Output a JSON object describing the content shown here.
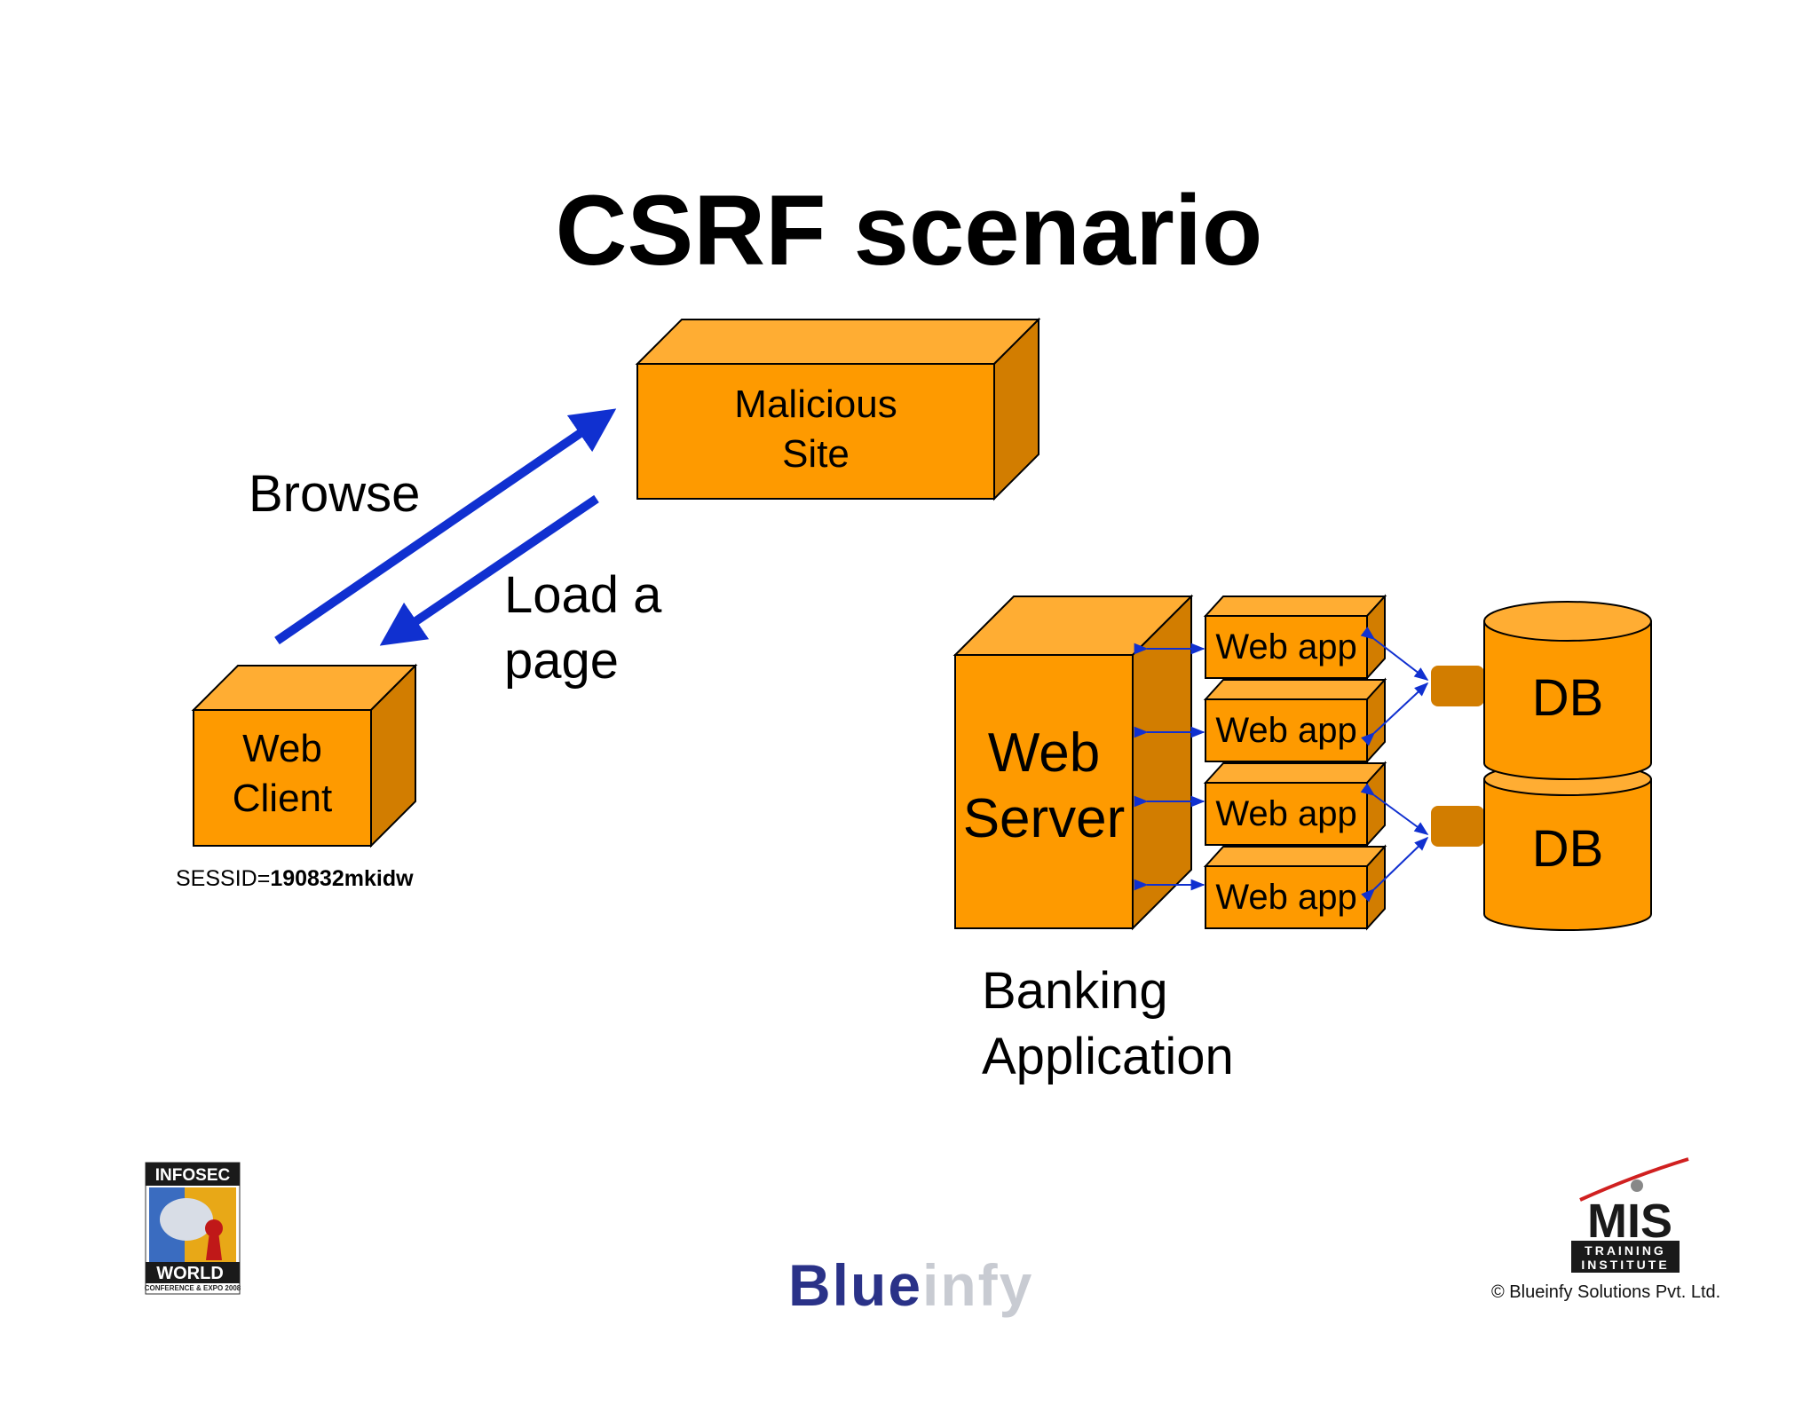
{
  "title": "CSRF scenario",
  "labels": {
    "browse": "Browse",
    "load_line1": "Load a",
    "load_line2": "page",
    "banking_line1": "Banking",
    "banking_line2": "Application"
  },
  "nodes": {
    "malicious_site": [
      "Malicious",
      "Site"
    ],
    "web_client": [
      "Web",
      "Client"
    ],
    "web_server": [
      "Web",
      "Server"
    ],
    "web_apps": [
      "Web app",
      "Web app",
      "Web app",
      "Web app"
    ],
    "dbs": [
      "DB",
      "DB"
    ]
  },
  "session": {
    "key": "SESSID=",
    "value": "190832mkidw"
  },
  "footer": {
    "blueinfy_a": "Blue",
    "blueinfy_b": "infy",
    "copyright": "© Blueinfy Solutions Pvt. Ltd.",
    "infosec_logo_text": [
      "INFOSEC",
      "WORLD",
      "CONFERENCE & EXPO 2008"
    ],
    "mis_logo_text": [
      "MIS",
      "TRAINING",
      "INSTITUTE"
    ]
  },
  "colors": {
    "box_front": "#fe9a00",
    "box_top": "#ffad33",
    "box_side": "#d27d00",
    "arrow_blue": "#1030d0"
  }
}
